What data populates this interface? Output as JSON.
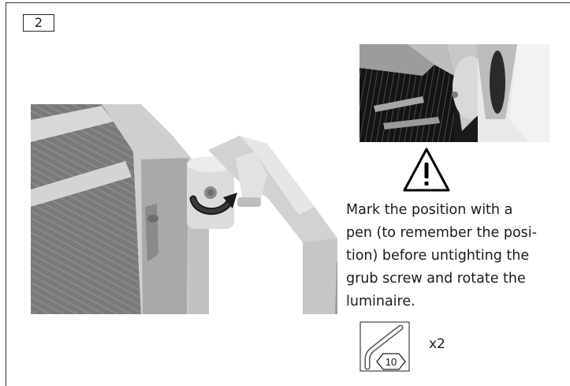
{
  "step": {
    "number": "2"
  },
  "instruction": {
    "lines": [
      "Mark the position with a",
      "pen (to remember the posi-",
      "tion) before untighting the",
      "grub screw and rotate the",
      "luminaire."
    ]
  },
  "tool": {
    "label": "10",
    "quantity": "x2",
    "icon": "hex-key-icon"
  },
  "icons": {
    "warning": "warning-triangle-icon",
    "rotate": "rotate-arrow-icon"
  },
  "colors": {
    "border": "#333333",
    "text": "#1a1a1a"
  }
}
